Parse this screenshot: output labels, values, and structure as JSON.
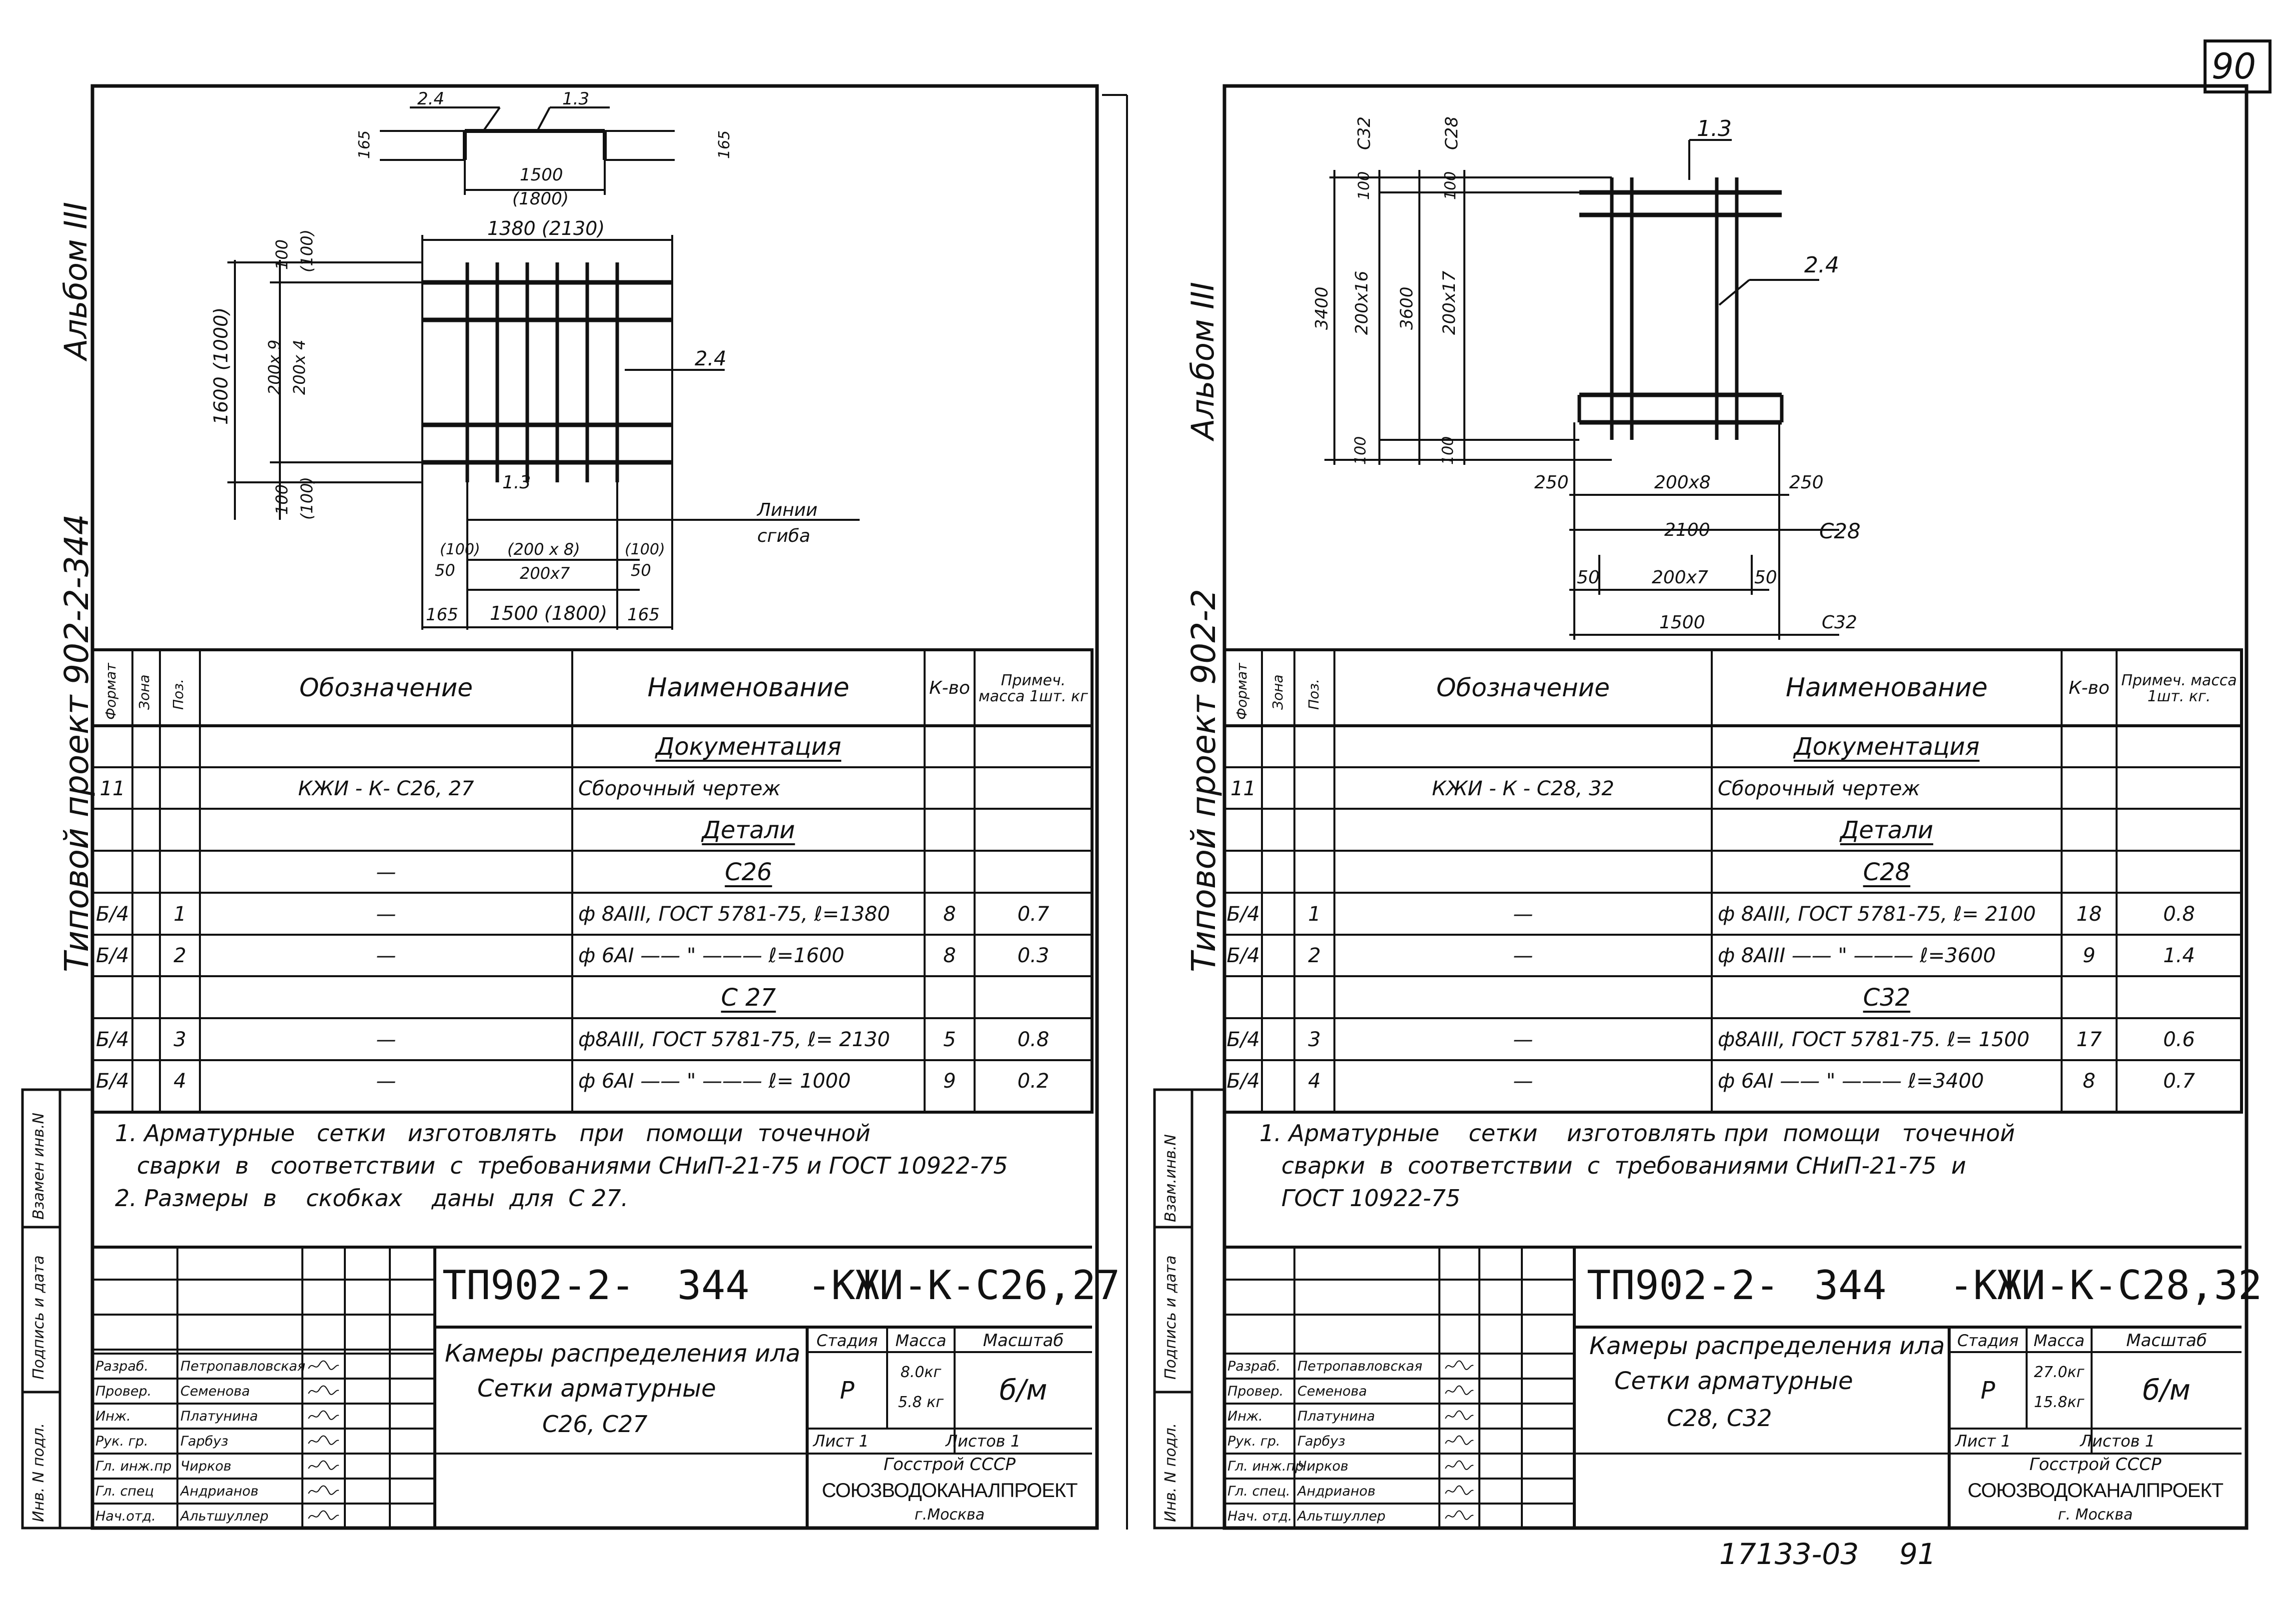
{
  "page_number": "90",
  "footer_code": "17133-03",
  "footer_page": "91",
  "left": {
    "album_label": "Альбом III",
    "project_label": "Типовой проект 902-2-344",
    "side_labels": [
      "Взамен инв.N",
      "Подпись и дата",
      "Инв. N подл."
    ],
    "drawing_labels": {
      "d_top_24": "2.4",
      "d_top_13": "1.3",
      "d_165a": "165",
      "d_165b": "165",
      "d_1500": "1500",
      "d_1800p": "(1800)",
      "d_1380": "1380  (2130)",
      "d_100a": "100",
      "d_100ap": "(100)",
      "d_1600": "1600 (1000)",
      "d_2009": "200x 9",
      "d_2004": "200x 4",
      "d_24": "2.4",
      "d_13": "1.3",
      "d_100b": "100",
      "d_100bp": "(100)",
      "d_lin1": "Линии",
      "d_lin2": "сгиба",
      "d_100c": "(100)",
      "d_50a": "50",
      "d_2008": "(200 x 8)",
      "d_2007": "200x7",
      "d_100d": "(100)",
      "d_50b": "50",
      "d_165c": "165",
      "d_1500b": "1500 (1800)",
      "d_165d": "165"
    },
    "table": {
      "headers": [
        "Формат",
        "Зона",
        "Поз.",
        "Обозначение",
        "Наименование",
        "К-во",
        "Примеч. масса 1шт. кг"
      ],
      "rows": [
        {
          "fmt": "",
          "zone": "",
          "pos": "",
          "des": "",
          "name": "Документация",
          "qty": "",
          "note": "",
          "u": true,
          "c": true
        },
        {
          "fmt": "11",
          "zone": "",
          "pos": "",
          "des": "КЖИ - К- С26, 27",
          "name": "Сборочный   чертеж",
          "qty": "",
          "note": ""
        },
        {
          "fmt": "",
          "zone": "",
          "pos": "",
          "des": "",
          "name": "Детали",
          "qty": "",
          "note": "",
          "u": true,
          "c": true
        },
        {
          "fmt": "",
          "zone": "",
          "pos": "",
          "des": "—",
          "name": "С26",
          "qty": "",
          "note": "",
          "u": true,
          "c": true
        },
        {
          "fmt": "Б/4",
          "zone": "",
          "pos": "1",
          "des": "—",
          "name": "ф 8АIII, ГОСТ 5781-75,  ℓ=1380",
          "qty": "8",
          "note": "0.7"
        },
        {
          "fmt": "Б/4",
          "zone": "",
          "pos": "2",
          "des": "—",
          "name": "ф 6АI  ——  \"  ———   ℓ=1600",
          "qty": "8",
          "note": "0.3"
        },
        {
          "fmt": "",
          "zone": "",
          "pos": "",
          "des": "",
          "name": "С 27",
          "qty": "",
          "note": "",
          "u": true,
          "c": true
        },
        {
          "fmt": "Б/4",
          "zone": "",
          "pos": "3",
          "des": "—",
          "name": "ф8АIII, ГОСТ 5781-75,  ℓ= 2130",
          "qty": "5",
          "note": "0.8"
        },
        {
          "fmt": "Б/4",
          "zone": "",
          "pos": "4",
          "des": "—",
          "name": "ф 6АI  ——  \"  ———   ℓ= 1000",
          "qty": "9",
          "note": "0.2"
        }
      ]
    },
    "notes": [
      "1. Арматурные   сетки   изготовлять   при   помощи  точечной",
      "   сварки  в   соответствии  с  требованиями СНиП-21-75 и ГОСТ 10922-75",
      "2. Размеры  в    скобках    даны  для  С 27."
    ],
    "title_block": {
      "code_a": "ТП902-2-",
      "code_b": "344",
      "code_c": "-КЖИ-К-С26,27",
      "title_lines": [
        "Камеры распределения ила",
        "Сетки  арматурные",
        "С26,  С27"
      ],
      "stage_label": "Стадия",
      "mass_label": "Масса",
      "scale_label": "Масштаб",
      "stage": "Р",
      "mass1": "8.0кг",
      "mass2": "5.8 кг",
      "scale": "б/м",
      "sheet": "Лист 1",
      "sheets": "Листов 1",
      "org1": "Госстрой СССР",
      "org2": "СОЮЗВОДОКАНАЛПРОЕКТ",
      "org3": "г.Москва",
      "roles": [
        "Разраб.",
        "Провер.",
        "Инж.",
        "Рук. гр.",
        "Гл. инж.пр",
        "Гл. спец",
        "Нач.отд."
      ],
      "names": [
        "Петропавловская",
        "Семенова",
        "Платунина",
        "Гарбуз",
        "Чирков",
        "Андрианов",
        "Альтшуллер"
      ]
    }
  },
  "right": {
    "album_label": "Альбом III",
    "project_label": "Типовой проект 902-2",
    "side_labels": [
      "Взам.инв.N",
      "Подпись и дата",
      "Инв. N подл."
    ],
    "drawing_labels": {
      "r_13": "1.3",
      "r_24": "2.4",
      "r_c32": "С32",
      "r_c28": "С28",
      "r_100a": "100",
      "r_100b": "100",
      "r_3400": "3400",
      "r_20016": "200x16",
      "r_3600": "3600",
      "r_20017": "200x17",
      "r_100c": "100",
      "r_100d": "100",
      "r_250a": "250",
      "r_2008": "200x8",
      "r_250b": "250",
      "r_2100": "2100",
      "r_c28b": "С28",
      "r_50a": "50",
      "r_2007": "200x7",
      "r_50b": "50",
      "r_1500": "1500",
      "r_c32b": "С32"
    },
    "table": {
      "headers": [
        "Формат",
        "Зона",
        "Поз.",
        "Обозначение",
        "Наименование",
        "К-во",
        "Примеч. масса 1шт. кг."
      ],
      "rows": [
        {
          "fmt": "",
          "zone": "",
          "pos": "",
          "des": "",
          "name": "Документация",
          "qty": "",
          "note": "",
          "u": true,
          "c": true
        },
        {
          "fmt": "11",
          "zone": "",
          "pos": "",
          "des": "КЖИ - К - С28, 32",
          "name": "Сборочный   чертеж",
          "qty": "",
          "note": ""
        },
        {
          "fmt": "",
          "zone": "",
          "pos": "",
          "des": "",
          "name": "Детали",
          "qty": "",
          "note": "",
          "u": true,
          "c": true
        },
        {
          "fmt": "",
          "zone": "",
          "pos": "",
          "des": "",
          "name": "С28",
          "qty": "",
          "note": "",
          "u": true,
          "c": true
        },
        {
          "fmt": "Б/4",
          "zone": "",
          "pos": "1",
          "des": "—",
          "name": "ф 8АIII, ГОСТ 5781-75,  ℓ= 2100",
          "qty": "18",
          "note": "0.8"
        },
        {
          "fmt": "Б/4",
          "zone": "",
          "pos": "2",
          "des": "—",
          "name": "ф 8АIII  ——  \"  ———   ℓ=3600",
          "qty": "9",
          "note": "1.4"
        },
        {
          "fmt": "",
          "zone": "",
          "pos": "",
          "des": "",
          "name": "С32",
          "qty": "",
          "note": "",
          "u": true,
          "c": true
        },
        {
          "fmt": "Б/4",
          "zone": "",
          "pos": "3",
          "des": "—",
          "name": "ф8АIII, ГОСТ 5781-75.  ℓ= 1500",
          "qty": "17",
          "note": "0.6"
        },
        {
          "fmt": "Б/4",
          "zone": "",
          "pos": "4",
          "des": "—",
          "name": "ф 6АI  ——  \"  ———   ℓ=3400",
          "qty": "8",
          "note": "0.7"
        }
      ]
    },
    "notes": [
      "1. Арматурные    сетки    изготовлять при  помощи   точечной",
      "   сварки  в  соответствии  с  требованиями СНиП-21-75  и",
      "   ГОСТ 10922-75"
    ],
    "title_block": {
      "code_a": "ТП902-2-",
      "code_b": "344",
      "code_c": "-КЖИ-К-С28,32",
      "title_lines": [
        "Камеры распределения ила",
        "Сетки  арматурные",
        "С28,  С32"
      ],
      "stage_label": "Стадия",
      "mass_label": "Масса",
      "scale_label": "Масштаб",
      "stage": "Р",
      "mass1": "27.0кг",
      "mass2": "15.8кг",
      "scale": "б/м",
      "sheet": "Лист 1",
      "sheets": "Листов 1",
      "org1": "Госстрой СССР",
      "org2": "СОЮЗВОДОКАНАЛПРОЕКТ",
      "org3": "г. Москва",
      "roles": [
        "Разраб.",
        "Провер.",
        "Инж.",
        "Рук. гр.",
        "Гл. инж.пр",
        "Гл. спец.",
        "Нач. отд."
      ],
      "names": [
        "Петропавловская",
        "Семенова",
        "Платунина",
        "Гарбуз",
        "Чирков",
        "Андрианов",
        "Альтшуллер"
      ]
    }
  }
}
